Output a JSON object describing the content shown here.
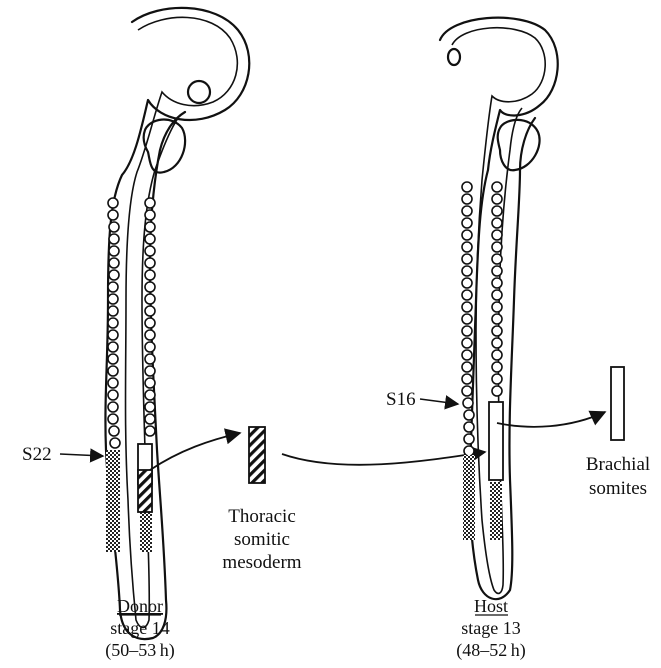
{
  "donor": {
    "marker_label": "S22",
    "title": "Donor",
    "stage": "stage 14",
    "age": "(50–53 h)"
  },
  "transplant": {
    "label_line1": "Thoracic",
    "label_line2": "somitic",
    "label_line3": "mesoderm"
  },
  "host": {
    "marker_label": "S16",
    "title": "Host",
    "stage": "stage 13",
    "age": "(48–52 h)"
  },
  "removed": {
    "label_line1": "Brachial",
    "label_line2": "somites"
  }
}
